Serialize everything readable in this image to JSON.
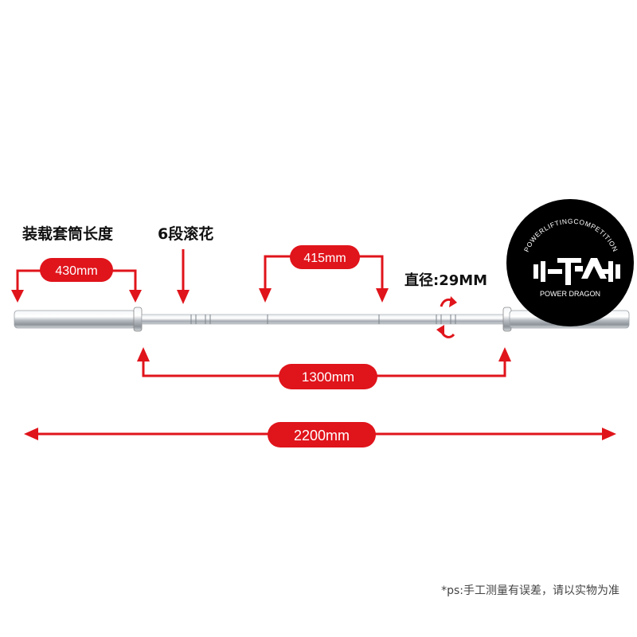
{
  "labels": {
    "sleeve_length": "装载套筒长度",
    "knurling": "6段滚花",
    "diameter": "直径:29MM"
  },
  "dimensions": {
    "sleeve": "430mm",
    "center_gap": "415mm",
    "shaft": "1300mm",
    "total": "2200mm"
  },
  "logo": {
    "arc_text": "POWERLIFTINGCOMPETITION",
    "brand": "POWER DRAGON"
  },
  "footnote": "*ps:手工测量有误差，请以实物为准",
  "colors": {
    "accent": "#e0141b",
    "logo_bg": "#000000",
    "bar": "#c8ccd0"
  }
}
